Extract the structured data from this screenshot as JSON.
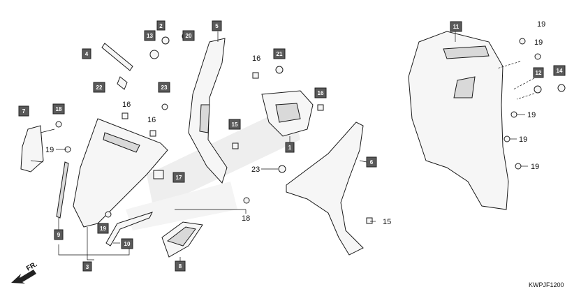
{
  "diagram": {
    "diagram_code": "KWPJF1200",
    "front_arrow_text": "FR.",
    "callouts": [
      {
        "id": "c2",
        "text": "2"
      },
      {
        "id": "c3",
        "text": "3"
      },
      {
        "id": "c4",
        "text": "4"
      },
      {
        "id": "c5",
        "text": "5"
      },
      {
        "id": "c6",
        "text": "6"
      },
      {
        "id": "c7",
        "text": "7"
      },
      {
        "id": "c8",
        "text": "8"
      },
      {
        "id": "c9",
        "text": "9"
      },
      {
        "id": "c10",
        "text": "10"
      },
      {
        "id": "c11",
        "text": "11"
      },
      {
        "id": "c12",
        "text": "12"
      },
      {
        "id": "c13",
        "text": "13"
      },
      {
        "id": "c14",
        "text": "14"
      },
      {
        "id": "c15a",
        "text": "15"
      },
      {
        "id": "c16a",
        "text": "16"
      },
      {
        "id": "c17",
        "text": "17"
      },
      {
        "id": "c18a",
        "text": "18"
      },
      {
        "id": "c19a",
        "text": "19"
      },
      {
        "id": "c20",
        "text": "20"
      },
      {
        "id": "c21",
        "text": "21"
      },
      {
        "id": "c22",
        "text": "22"
      },
      {
        "id": "c23a",
        "text": "23"
      },
      {
        "id": "c1",
        "text": "1"
      }
    ],
    "plain_labels": [
      {
        "id": "p16a",
        "text": "16"
      },
      {
        "id": "p16b",
        "text": "16"
      },
      {
        "id": "p16c",
        "text": "16"
      },
      {
        "id": "p19a",
        "text": "19"
      },
      {
        "id": "p18a",
        "text": "18"
      },
      {
        "id": "p23a",
        "text": "23"
      },
      {
        "id": "p15a",
        "text": "15"
      },
      {
        "id": "p19b",
        "text": "19"
      },
      {
        "id": "p19c",
        "text": "19"
      },
      {
        "id": "p19d",
        "text": "19"
      },
      {
        "id": "p19e",
        "text": "19"
      },
      {
        "id": "p19f",
        "text": "19"
      }
    ],
    "colors": {
      "callout_fill": "#5a5a5a",
      "callout_text": "#ffffff",
      "line": "#111111",
      "watermark_red": "#d9534f",
      "watermark_blue": "#3b6fb6"
    }
  }
}
